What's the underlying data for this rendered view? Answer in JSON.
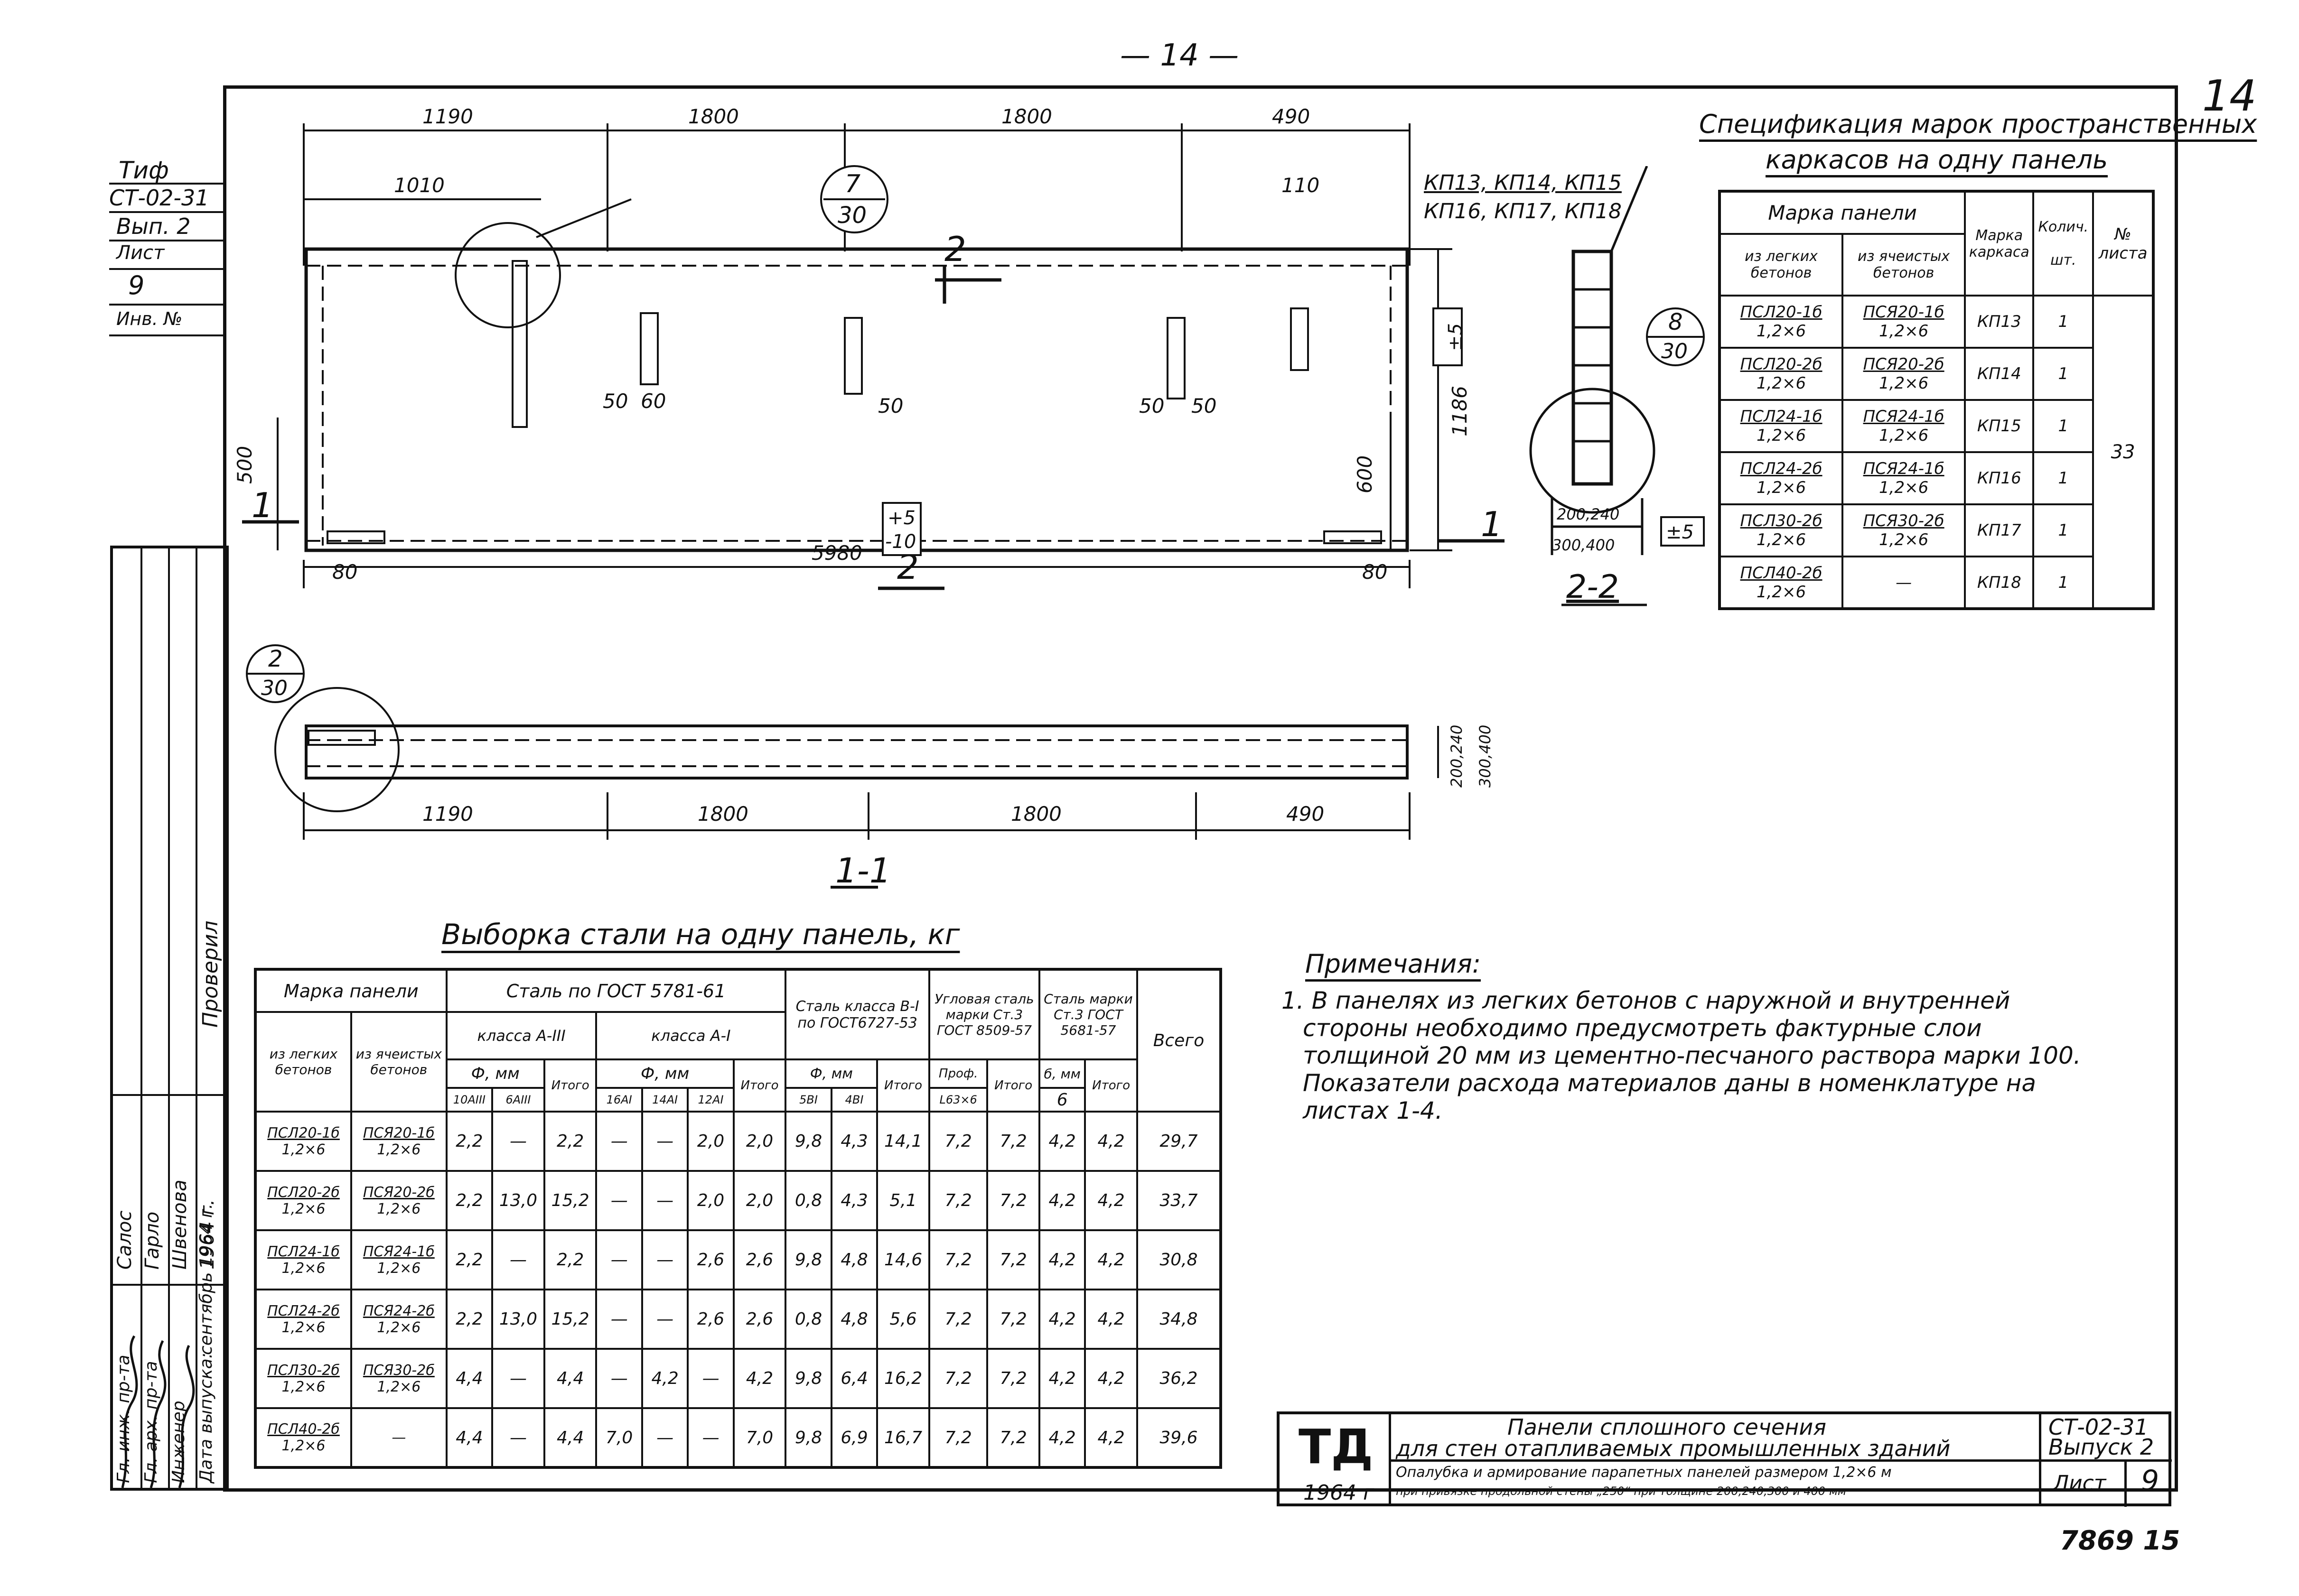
{
  "page_number": "— 14 —",
  "sheet_corner_mark": "14",
  "archive_number": "7869 15",
  "left_strip": {
    "code_label": "Тиф",
    "series": "СТ-02-31",
    "issue": "Вып. 2",
    "sheet_label": "Лист",
    "sheet_no": "9",
    "inv_label": "Инв. №",
    "roles": [
      "Проверил",
      "Салос",
      "Гарло",
      "Швенова",
      "1964 г."
    ],
    "stamp_rows": [
      "Гл. инж. пр-та",
      "Гл. арх. пр-та",
      "Инженер",
      "Дата выпуска:"
    ],
    "release_date": "сентябрь 1964 г."
  },
  "spec_table": {
    "title_line1": "Спецификация марок пространственных",
    "title_line2": "каркасов на одну панель",
    "headers": {
      "panel_mark": "Марка панели",
      "light": "из легких бетонов",
      "cellular": "из ячеистых бетонов",
      "frame_mark": "Марка каркаса",
      "qty": "Колич.",
      "qty_unit": "шт.",
      "sheet": "№ листа"
    },
    "rows": [
      {
        "light": "ПСЛ20-1б",
        "light_dim": "1,2×6",
        "cellular": "ПСЯ20-1б",
        "cellular_dim": "1,2×6",
        "frame": "КП13",
        "qty": "1"
      },
      {
        "light": "ПСЛ20-2б",
        "light_dim": "1,2×6",
        "cellular": "ПСЯ20-2б",
        "cellular_dim": "1,2×6",
        "frame": "КП14",
        "qty": "1"
      },
      {
        "light": "ПСЛ24-1б",
        "light_dim": "1,2×6",
        "cellular": "ПСЯ24-1б",
        "cellular_dim": "1,2×6",
        "frame": "КП15",
        "qty": "1"
      },
      {
        "light": "ПСЛ24-2б",
        "light_dim": "1,2×6",
        "cellular": "ПСЯ24-1б",
        "cellular_dim": "1,2×6",
        "frame": "КП16",
        "qty": "1"
      },
      {
        "light": "ПСЛ30-2б",
        "light_dim": "1,2×6",
        "cellular": "ПСЯ30-2б",
        "cellular_dim": "1,2×6",
        "frame": "КП17",
        "qty": "1"
      },
      {
        "light": "ПСЛ40-2б",
        "light_dim": "1,2×6",
        "cellular": "—",
        "cellular_dim": "",
        "frame": "КП18",
        "qty": "1"
      }
    ],
    "sheet_ref": "33"
  },
  "drawing": {
    "dims_top": [
      "1190",
      "1800",
      "1800",
      "490"
    ],
    "dim_1010": "1010",
    "dim_110": "110",
    "callout_7_30": {
      "num": "7",
      "den": "30"
    },
    "callout_8_30": {
      "num": "8",
      "den": "30"
    },
    "callout_2_30": {
      "num": "2",
      "den": "30"
    },
    "section_2_mark": "2",
    "dim_500": "500",
    "dim_600": "600",
    "dim_50_60": [
      "50",
      "60"
    ],
    "dim_50_mid": "50",
    "dim_50_right": [
      "50",
      "50"
    ],
    "dim_1186": "1186",
    "tol_5": "±5",
    "dim_80_left": "80",
    "dim_80_right": "80",
    "dim_5980": "5980",
    "tol_length": [
      "+5",
      "-10"
    ],
    "cut_label_1": "1",
    "frame_label_line1": "КП13, КП14, КП15",
    "frame_label_line2": "КП16, КП17, КП18",
    "section_dim_top": "200,240",
    "section_dim_bot": "300,400",
    "section_tol": "±5",
    "section_title": "2-2",
    "elev_dims": [
      "1190",
      "1800",
      "1800",
      "490"
    ],
    "elev_side_dims": [
      "200,240",
      "300,400"
    ],
    "elev_title": "1-1"
  },
  "steel_table": {
    "title": "Выборка стали на одну панель, кг",
    "headers": {
      "panel_mark": "Марка панели",
      "light": "из легких бетонов",
      "cellular": "из ячеистых бетонов",
      "gost5781": "Сталь по ГОСТ 5781-61",
      "class_a3": "класса А-III",
      "class_a1": "класса А-I",
      "phi_mm": "Ф, мм",
      "itogo": "Итого",
      "class_b1": "Сталь класса В-I по ГОСТ6727-53",
      "angle": "Угловая сталь марки Ст.3 ГОСТ 8509-57",
      "prof": "Проф.",
      "strip": "Сталь марки Ст.3 ГОСТ 5681-57",
      "b_mm": "б, мм",
      "total": "Всего",
      "sub_a3": [
        "10АIII",
        "6АIII"
      ],
      "sub_a1": [
        "16АI",
        "14АI",
        "12АI"
      ],
      "sub_b1": [
        "5ВI",
        "4ВI"
      ],
      "sub_angle": "L63×6",
      "sub_strip": "6"
    },
    "rows": [
      {
        "light": "ПСЛ20-1б",
        "light_dim": "1,2×6",
        "cellular": "ПСЯ20-1б",
        "cellular_dim": "1,2×6",
        "v": [
          "2,2",
          "—",
          "2,2",
          "—",
          "—",
          "2,0",
          "2,0",
          "9,8",
          "4,3",
          "14,1",
          "7,2",
          "7,2",
          "4,2",
          "4,2",
          "29,7"
        ]
      },
      {
        "light": "ПСЛ20-2б",
        "light_dim": "1,2×6",
        "cellular": "ПСЯ20-2б",
        "cellular_dim": "1,2×6",
        "v": [
          "2,2",
          "13,0",
          "15,2",
          "—",
          "—",
          "2,0",
          "2,0",
          "0,8",
          "4,3",
          "5,1",
          "7,2",
          "7,2",
          "4,2",
          "4,2",
          "33,7"
        ]
      },
      {
        "light": "ПСЛ24-1б",
        "light_dim": "1,2×6",
        "cellular": "ПСЯ24-1б",
        "cellular_dim": "1,2×6",
        "v": [
          "2,2",
          "—",
          "2,2",
          "—",
          "—",
          "2,6",
          "2,6",
          "9,8",
          "4,8",
          "14,6",
          "7,2",
          "7,2",
          "4,2",
          "4,2",
          "30,8"
        ]
      },
      {
        "light": "ПСЛ24-2б",
        "light_dim": "1,2×6",
        "cellular": "ПСЯ24-2б",
        "cellular_dim": "1,2×6",
        "v": [
          "2,2",
          "13,0",
          "15,2",
          "—",
          "—",
          "2,6",
          "2,6",
          "0,8",
          "4,8",
          "5,6",
          "7,2",
          "7,2",
          "4,2",
          "4,2",
          "34,8"
        ]
      },
      {
        "light": "ПСЛ30-2б",
        "light_dim": "1,2×6",
        "cellular": "ПСЯ30-2б",
        "cellular_dim": "1,2×6",
        "v": [
          "4,4",
          "—",
          "4,4",
          "—",
          "4,2",
          "—",
          "4,2",
          "9,8",
          "6,4",
          "16,2",
          "7,2",
          "7,2",
          "4,2",
          "4,2",
          "36,2"
        ]
      },
      {
        "light": "ПСЛ40-2б",
        "light_dim": "1,2×6",
        "cellular": "—",
        "cellular_dim": "",
        "v": [
          "4,4",
          "—",
          "4,4",
          "7,0",
          "—",
          "—",
          "7,0",
          "9,8",
          "6,9",
          "16,7",
          "7,2",
          "7,2",
          "4,2",
          "4,2",
          "39,6"
        ]
      }
    ]
  },
  "notes": {
    "title": "Примечания:",
    "lines": [
      "1. В панелях из легких бетонов с наружной и внутренней",
      "стороны необходимо предусмотреть фактурные слои",
      "толщиной 20 мм из цементно-песчаного раствора марки 100.",
      "Показатели расхода материалов даны в номенклатуре на",
      "листах 1-4."
    ]
  },
  "title_block": {
    "logo": "ТД",
    "year": "1964 г",
    "title_line1": "Панели сплошного сечения",
    "title_line2": "для стен отапливаемых промышленных зданий",
    "sub_line1": "Опалубка и армирование парапетных панелей размером 1,2×6 м",
    "sub_line2": "при привязке продольной стены „250“ при толщине 200,240,300 и 400 мм",
    "series": "СТ-02-31",
    "issue": "Выпуск 2",
    "sheet_label": "Лист",
    "sheet_no": "9"
  }
}
